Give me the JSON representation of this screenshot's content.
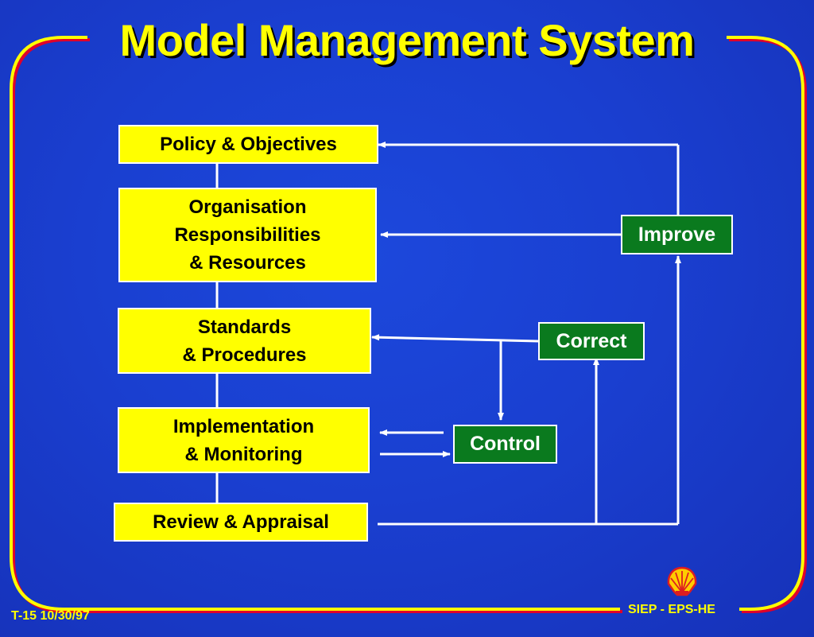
{
  "title": "Model Management System",
  "stages": {
    "policy": "Policy & Objectives",
    "organisation": [
      "Organisation",
      "Responsibilities",
      "& Resources"
    ],
    "standards": [
      "Standards",
      "& Procedures"
    ],
    "implementation": [
      "Implementation",
      "& Monitoring"
    ],
    "review": "Review & Appraisal"
  },
  "actions": {
    "improve": "Improve",
    "correct": "Correct",
    "control": "Control"
  },
  "footer": {
    "slide_ref": "T-15 10/30/97",
    "department": "SIEP - EPS-HE"
  },
  "colors": {
    "background": "#1a3fd0",
    "frame": "#ffff00",
    "frame_shadow": "#e0002a",
    "stage_box": "#ffff00",
    "action_box": "#0a7a1e",
    "connector": "#ffffff"
  },
  "icons": {
    "logo": "shell-logo-icon"
  }
}
